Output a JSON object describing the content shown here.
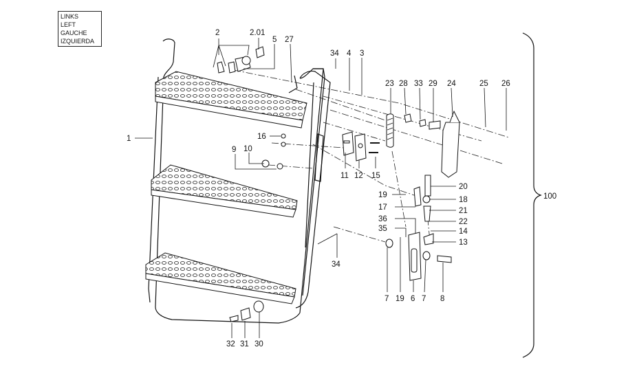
{
  "legend": [
    "LINKS",
    "LEFT",
    "GAUCHE",
    "IZQUIERDA"
  ],
  "assembly_number": "100",
  "callouts": [
    "1",
    "2",
    "2.01",
    "5",
    "27",
    "34",
    "4",
    "3",
    "23",
    "28",
    "33",
    "29",
    "24",
    "25",
    "26",
    "16",
    "9",
    "10",
    "11",
    "12",
    "15",
    "19",
    "20",
    "18",
    "17",
    "21",
    "22",
    "36",
    "35",
    "14",
    "13",
    "34",
    "7",
    "19",
    "6",
    "7",
    "8",
    "32",
    "31",
    "30"
  ]
}
